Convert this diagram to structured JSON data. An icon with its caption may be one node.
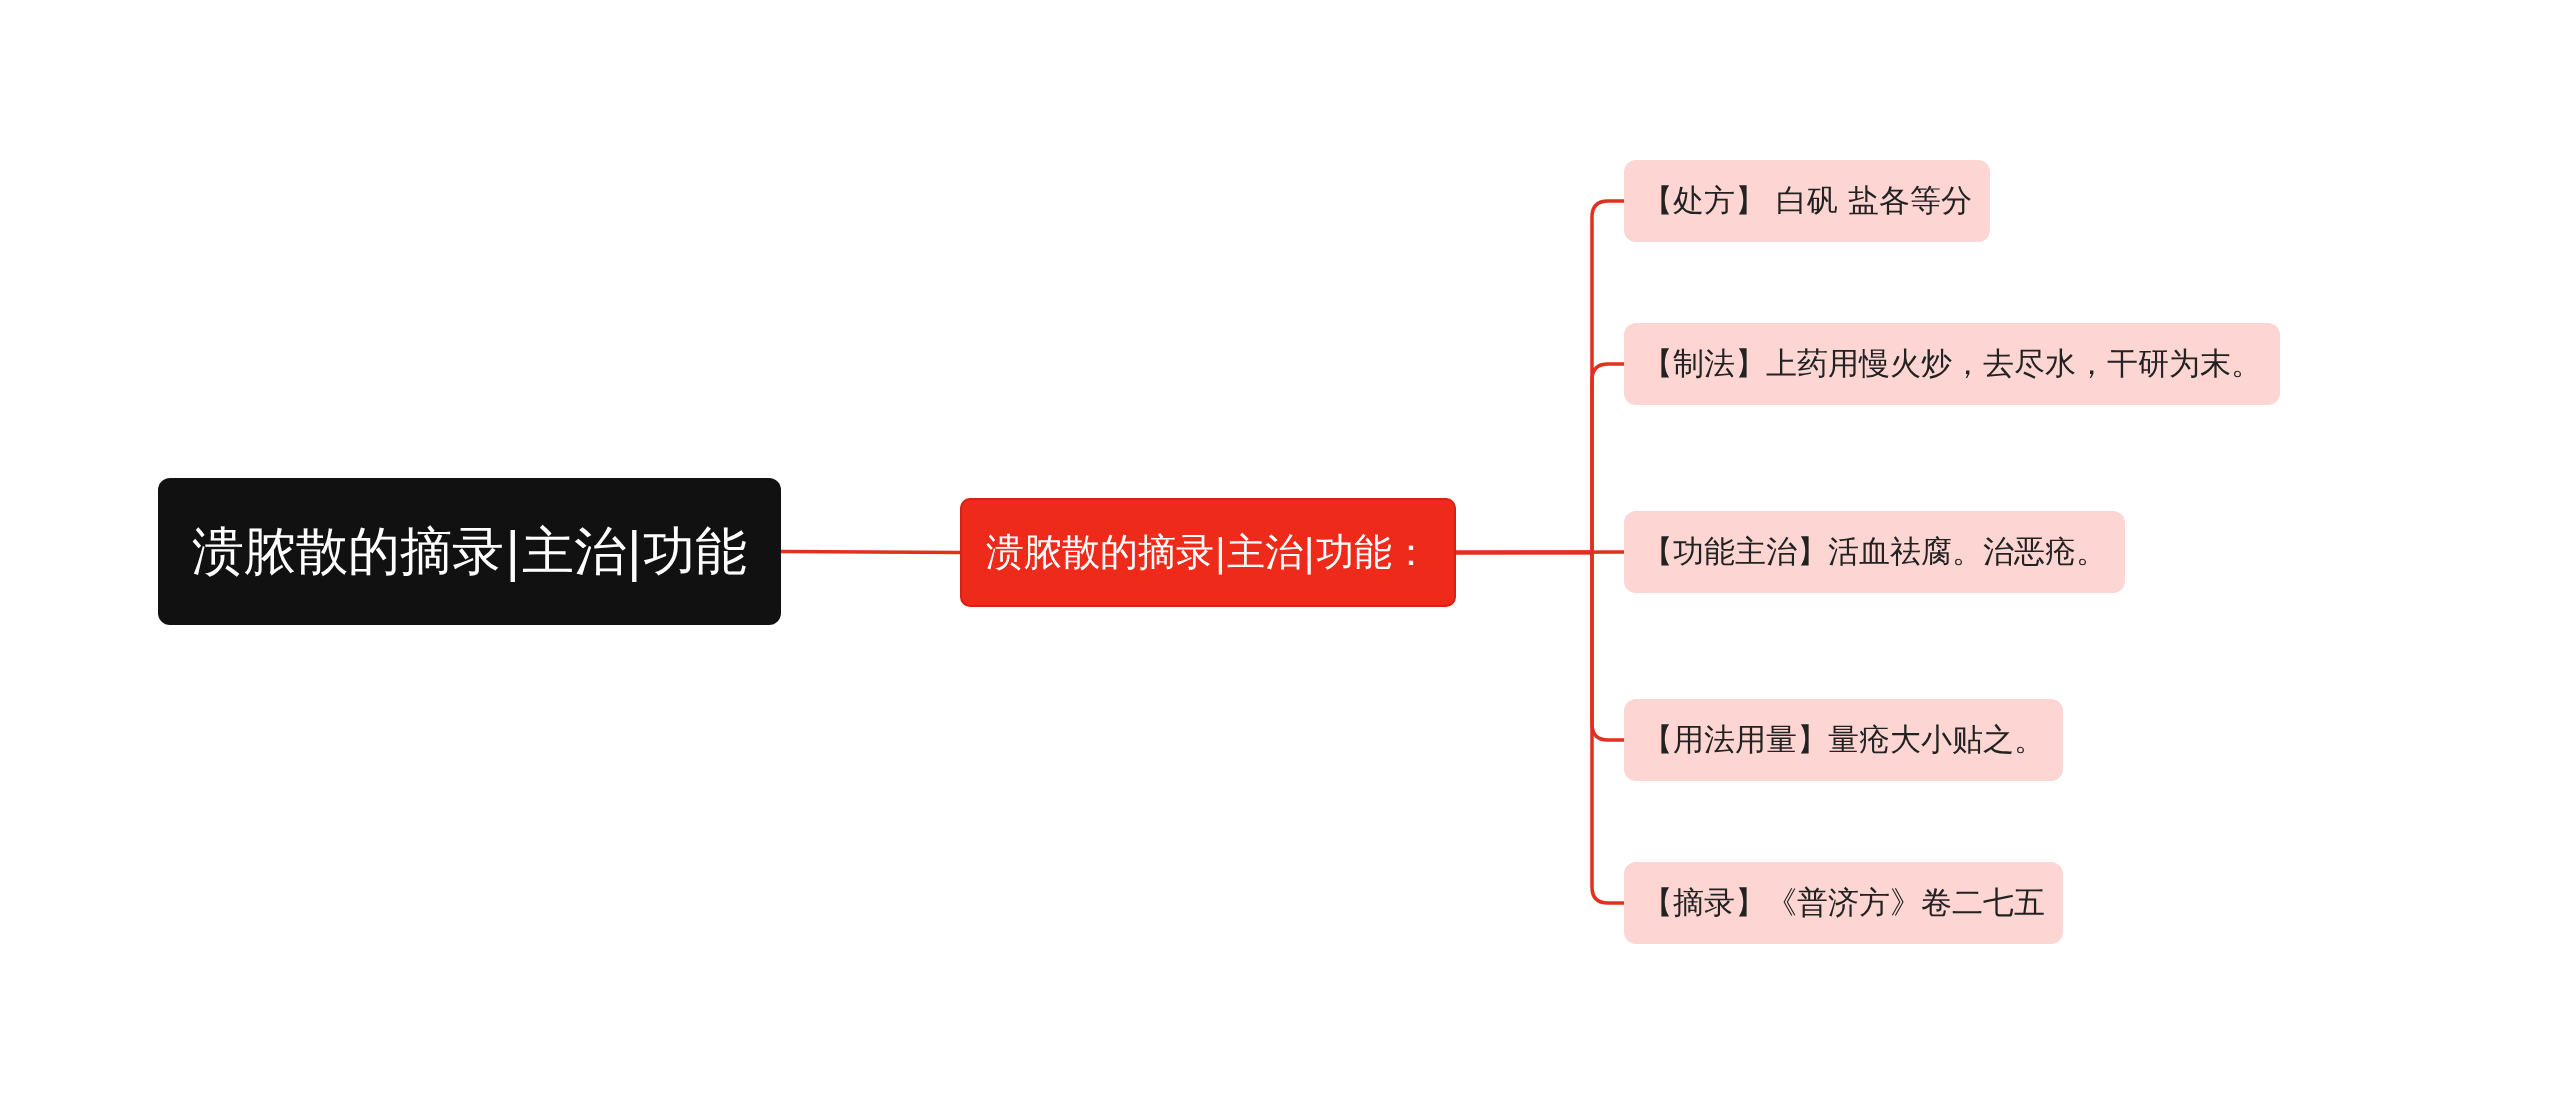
{
  "diagram": {
    "nodes": [
      {
        "text": [
          "溃脓散的摘录|主治|功能"
        ]
      },
      {
        "text": [
          "溃脓散的摘录|主治|功能："
        ]
      },
      {
        "text": [
          "【处方】 白矾 盐各等分"
        ]
      },
      {
        "text": [
          "【制法】上药用慢火炒，去尽水，干研为末。"
        ]
      },
      {
        "text": [
          "【功能主治】活血祛腐。治恶疮。"
        ]
      },
      {
        "text": [
          "【用法用量】量疮大小贴之。"
        ]
      },
      {
        "text": [
          "【摘录】《普济方》卷二七五"
        ]
      }
    ],
    "edges": [
      {
        "from": 0,
        "to": 1,
        "arrow": "none"
      },
      {
        "from": 1,
        "to": 2,
        "arrow": "none"
      },
      {
        "from": 1,
        "to": 3,
        "arrow": "none"
      },
      {
        "from": 1,
        "to": 4,
        "arrow": "none"
      },
      {
        "from": 1,
        "to": 5,
        "arrow": "none"
      },
      {
        "from": 1,
        "to": 6,
        "arrow": "none"
      }
    ]
  }
}
